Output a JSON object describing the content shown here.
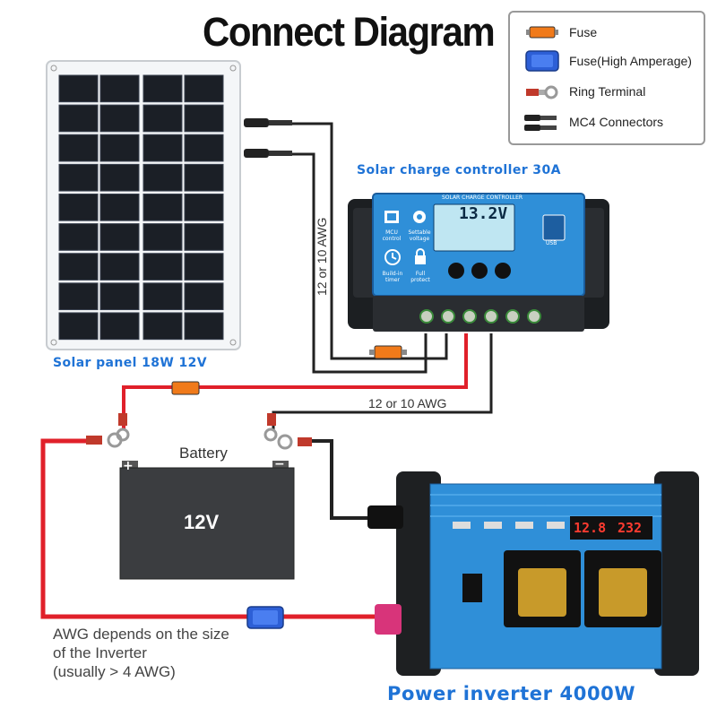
{
  "title": "Connect Diagram",
  "legend": {
    "items": [
      {
        "label": "Fuse",
        "icon": "fuse-icon",
        "color": "#f07a1a"
      },
      {
        "label": "Fuse(High Amperage)",
        "icon": "high-amperage-fuse-icon",
        "color": "#2d5fd6"
      },
      {
        "label": "Ring Terminal",
        "icon": "ring-terminal-icon",
        "color": "#c0392b"
      },
      {
        "label": "MC4 Connectors",
        "icon": "mc4-connector-icon",
        "color": "#222222"
      }
    ]
  },
  "solar_panel": {
    "label": "Solar panel 18W 12V"
  },
  "controller": {
    "label": "Solar charge controller 30A",
    "faceplate_text": "SOLAR CHARGE CONTROLLER",
    "display": "13.2V",
    "usb_label": "USB",
    "buttons": [
      {
        "label": "MCU control",
        "icon": "chip-icon"
      },
      {
        "label": "Settable voltage",
        "icon": "gear-icon"
      },
      {
        "label": "Build-in timer",
        "icon": "clock-icon"
      },
      {
        "label": "Full protect",
        "icon": "lock-icon"
      }
    ]
  },
  "wire_gauge": {
    "vertical": "12 or 10 AWG",
    "horizontal": "12 or 10 AWG"
  },
  "battery": {
    "title": "Battery",
    "voltage": "12V",
    "plus": "+",
    "minus": "−"
  },
  "note": {
    "lines": [
      "AWG depends on the size",
      "of the Inverter",
      "(usually  > 4 AWG)"
    ]
  },
  "inverter": {
    "label": "Power inverter 4000W",
    "display_left": "12.8",
    "display_right": "232"
  },
  "colors": {
    "accent_blue": "#1f73d6",
    "wire_red": "#e0202a",
    "wire_black": "#222222",
    "inverter_blue": "#2f8fd8"
  }
}
